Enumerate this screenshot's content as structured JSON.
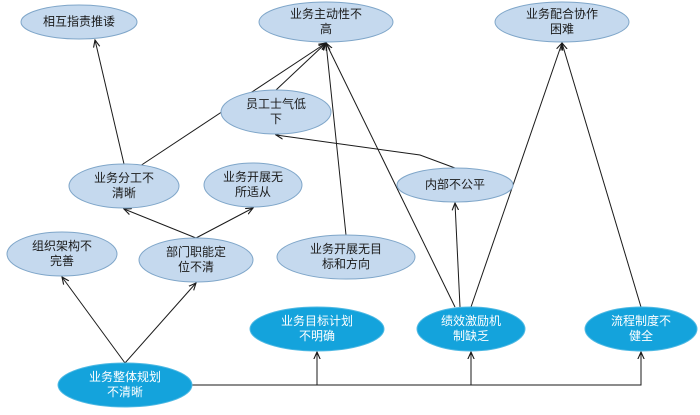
{
  "diagram": {
    "nodes": [
      {
        "id": "n_mutual_blame",
        "lines": [
          "相互指责推诿"
        ],
        "style": "light"
      },
      {
        "id": "n_low_initiative",
        "lines": [
          "业务主动性不",
          "高"
        ],
        "style": "light"
      },
      {
        "id": "n_coop_difficult",
        "lines": [
          "业务配合协作",
          "困难"
        ],
        "style": "light"
      },
      {
        "id": "n_low_morale",
        "lines": [
          "员工士气低",
          "下"
        ],
        "style": "light"
      },
      {
        "id": "n_unclear_division",
        "lines": [
          "业务分工不",
          "清晰"
        ],
        "style": "light"
      },
      {
        "id": "n_no_direction_work",
        "lines": [
          "业务开展无",
          "所适从"
        ],
        "style": "light"
      },
      {
        "id": "n_internal_unfair",
        "lines": [
          "内部不公平"
        ],
        "style": "light"
      },
      {
        "id": "n_org_incomplete",
        "lines": [
          "组织架构不",
          "完善"
        ],
        "style": "light"
      },
      {
        "id": "n_dept_unclear",
        "lines": [
          "部门职能定",
          "位不清"
        ],
        "style": "light"
      },
      {
        "id": "n_no_goal",
        "lines": [
          "业务开展无目",
          "标和方向"
        ],
        "style": "light"
      },
      {
        "id": "n_plan_unclear",
        "lines": [
          "业务目标计划",
          "不明确"
        ],
        "style": "dark"
      },
      {
        "id": "n_incentive_lack",
        "lines": [
          "绩效激励机",
          "制缺乏"
        ],
        "style": "dark"
      },
      {
        "id": "n_process_incomplete",
        "lines": [
          "流程制度不",
          "健全"
        ],
        "style": "dark"
      },
      {
        "id": "n_overall_unclear",
        "lines": [
          "业务整体规划",
          "不清晰"
        ],
        "style": "dark"
      }
    ],
    "edges": [
      {
        "from": "n_overall_unclear",
        "to": "n_org_incomplete"
      },
      {
        "from": "n_overall_unclear",
        "to": "n_dept_unclear"
      },
      {
        "from": "n_overall_unclear",
        "to": "n_plan_unclear"
      },
      {
        "from": "n_overall_unclear",
        "to": "n_incentive_lack"
      },
      {
        "from": "n_overall_unclear",
        "to": "n_process_incomplete"
      },
      {
        "from": "n_dept_unclear",
        "to": "n_unclear_division"
      },
      {
        "from": "n_dept_unclear",
        "to": "n_no_direction_work"
      },
      {
        "from": "n_unclear_division",
        "to": "n_mutual_blame"
      },
      {
        "from": "n_unclear_division",
        "to": "n_low_initiative"
      },
      {
        "from": "n_low_morale",
        "to": "n_low_initiative"
      },
      {
        "from": "n_no_goal",
        "to": "n_low_initiative"
      },
      {
        "from": "n_incentive_lack",
        "to": "n_low_initiative"
      },
      {
        "from": "n_incentive_lack",
        "to": "n_internal_unfair"
      },
      {
        "from": "n_incentive_lack",
        "to": "n_coop_difficult"
      },
      {
        "from": "n_internal_unfair",
        "to": "n_low_morale"
      },
      {
        "from": "n_process_incomplete",
        "to": "n_coop_difficult"
      }
    ]
  }
}
